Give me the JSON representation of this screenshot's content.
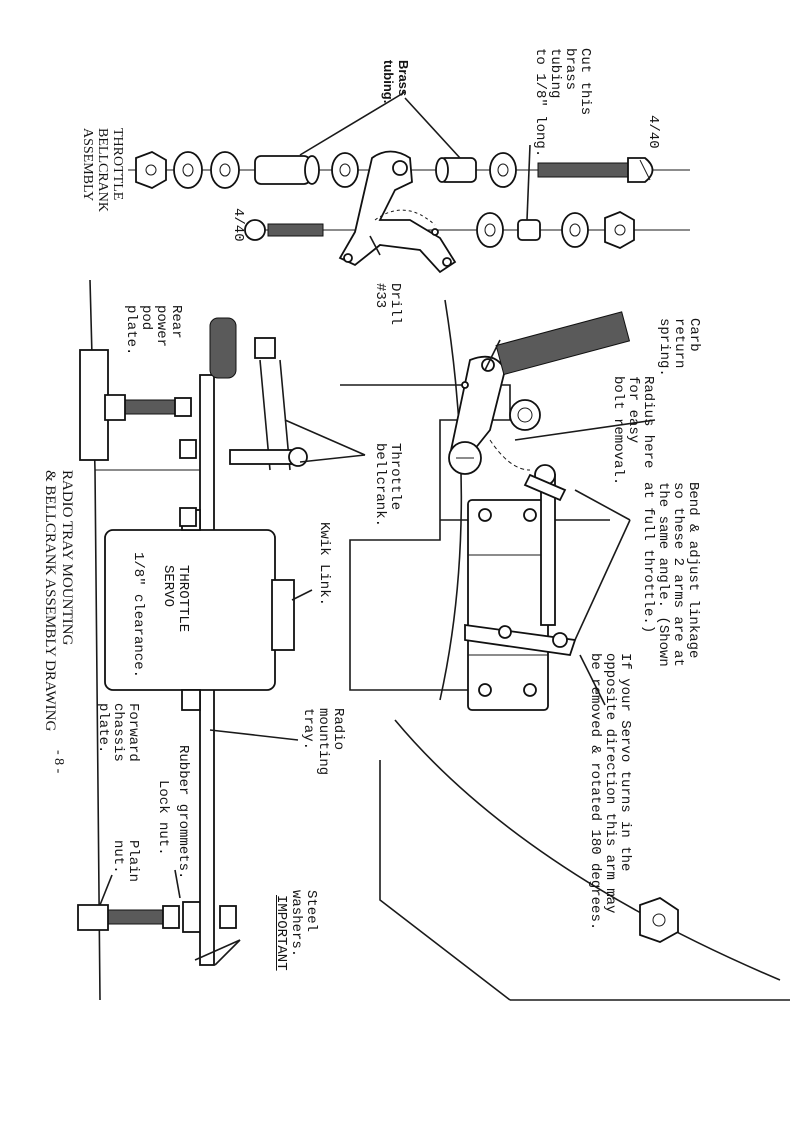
{
  "labels": {
    "throttle_bellcrank_assembly": "THROTTLE\nBELLCRANK\nASSEMBLY",
    "brass_tubing": "Brass\ntubing.",
    "cut_brass": "Cut this\nbrass\ntubing\nto 1/8\" long.",
    "size_top": "4/40",
    "size_left": "4/40",
    "drill": "Drill\n#33",
    "carb_spring": "Carb\nreturn\nspring.",
    "radius": "Radius here\nfor easy\nbolt removal.",
    "bend_adjust": "Bend & adjust linkage\nso these 2 arms are at\nthe same angle. (Shown\nat full throttle.)",
    "servo_note": "If your Servo turns in the\nopposite direction this arm may\nbe removed & rotated 180 degrees.",
    "rear_plate": "Rear\npower\npod\nplate.",
    "throttle_bellcrank": "Throttle\nbellcrank.",
    "kwik_link": "Kwik Link.",
    "throttle_servo": "THROTTLE\nSERVO",
    "clearance": "1/8\" clearance.",
    "radio_tray": "Radio\nmounting\ntray.",
    "forward_plate": "Forward\nchassis\nplate.",
    "rubber_grommets": "Rubber grommets.",
    "lock_nut": "Lock nut.",
    "plain_nut": "Plain\nnut.",
    "steel_washers": "Steel\nwashers.",
    "important": "IMPORTANT",
    "caption": "RADIO TRAY MOUNTING\n& BELLCRANK ASSEMBLY DRAWING",
    "page_number": "- 8 -"
  }
}
